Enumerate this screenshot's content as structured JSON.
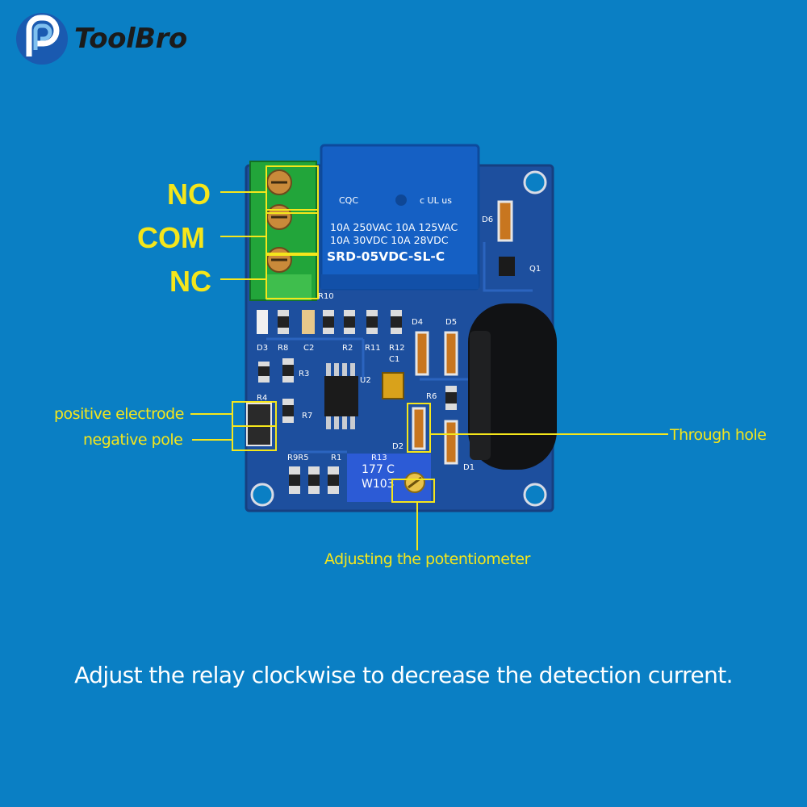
{
  "brand": {
    "name": "ToolBro",
    "logo_icon": "toolbro-logo-icon"
  },
  "relay": {
    "line1": "10A 250VAC  10A 125VAC",
    "line2": "10A  30VDC  10A  28VDC",
    "model": "SRD-05VDC-SL-C"
  },
  "potentiometer": {
    "line1": "177 C",
    "line2": "W103"
  },
  "silkscreen": {
    "d6": "D6",
    "q1": "Q1",
    "r10": "R10",
    "d3": "D3",
    "r8": "R8",
    "c2": "C2",
    "r2": "R2",
    "r11": "R11",
    "r12": "R12",
    "d4": "D4",
    "d5": "D5",
    "c1": "C1",
    "u2": "U2",
    "r3": "R3",
    "r4": "R4",
    "r7": "R7",
    "r6": "R6",
    "d2": "D2",
    "r9r5": "R9R5",
    "r1": "R1",
    "r13": "R13",
    "d1": "D1"
  },
  "labels": {
    "no": "NO",
    "com": "COM",
    "nc": "NC",
    "positive": "positive electrode",
    "negative": "negative pole",
    "through_hole": "Through hole",
    "potentiometer": "Adjusting the potentiometer"
  },
  "caption": "Adjust the relay clockwise to decrease the detection current.",
  "colors": {
    "background": "#0a7fc4",
    "label": "#f5e61b",
    "pcb": "#1d4f9e",
    "relay": "#1560c4"
  }
}
